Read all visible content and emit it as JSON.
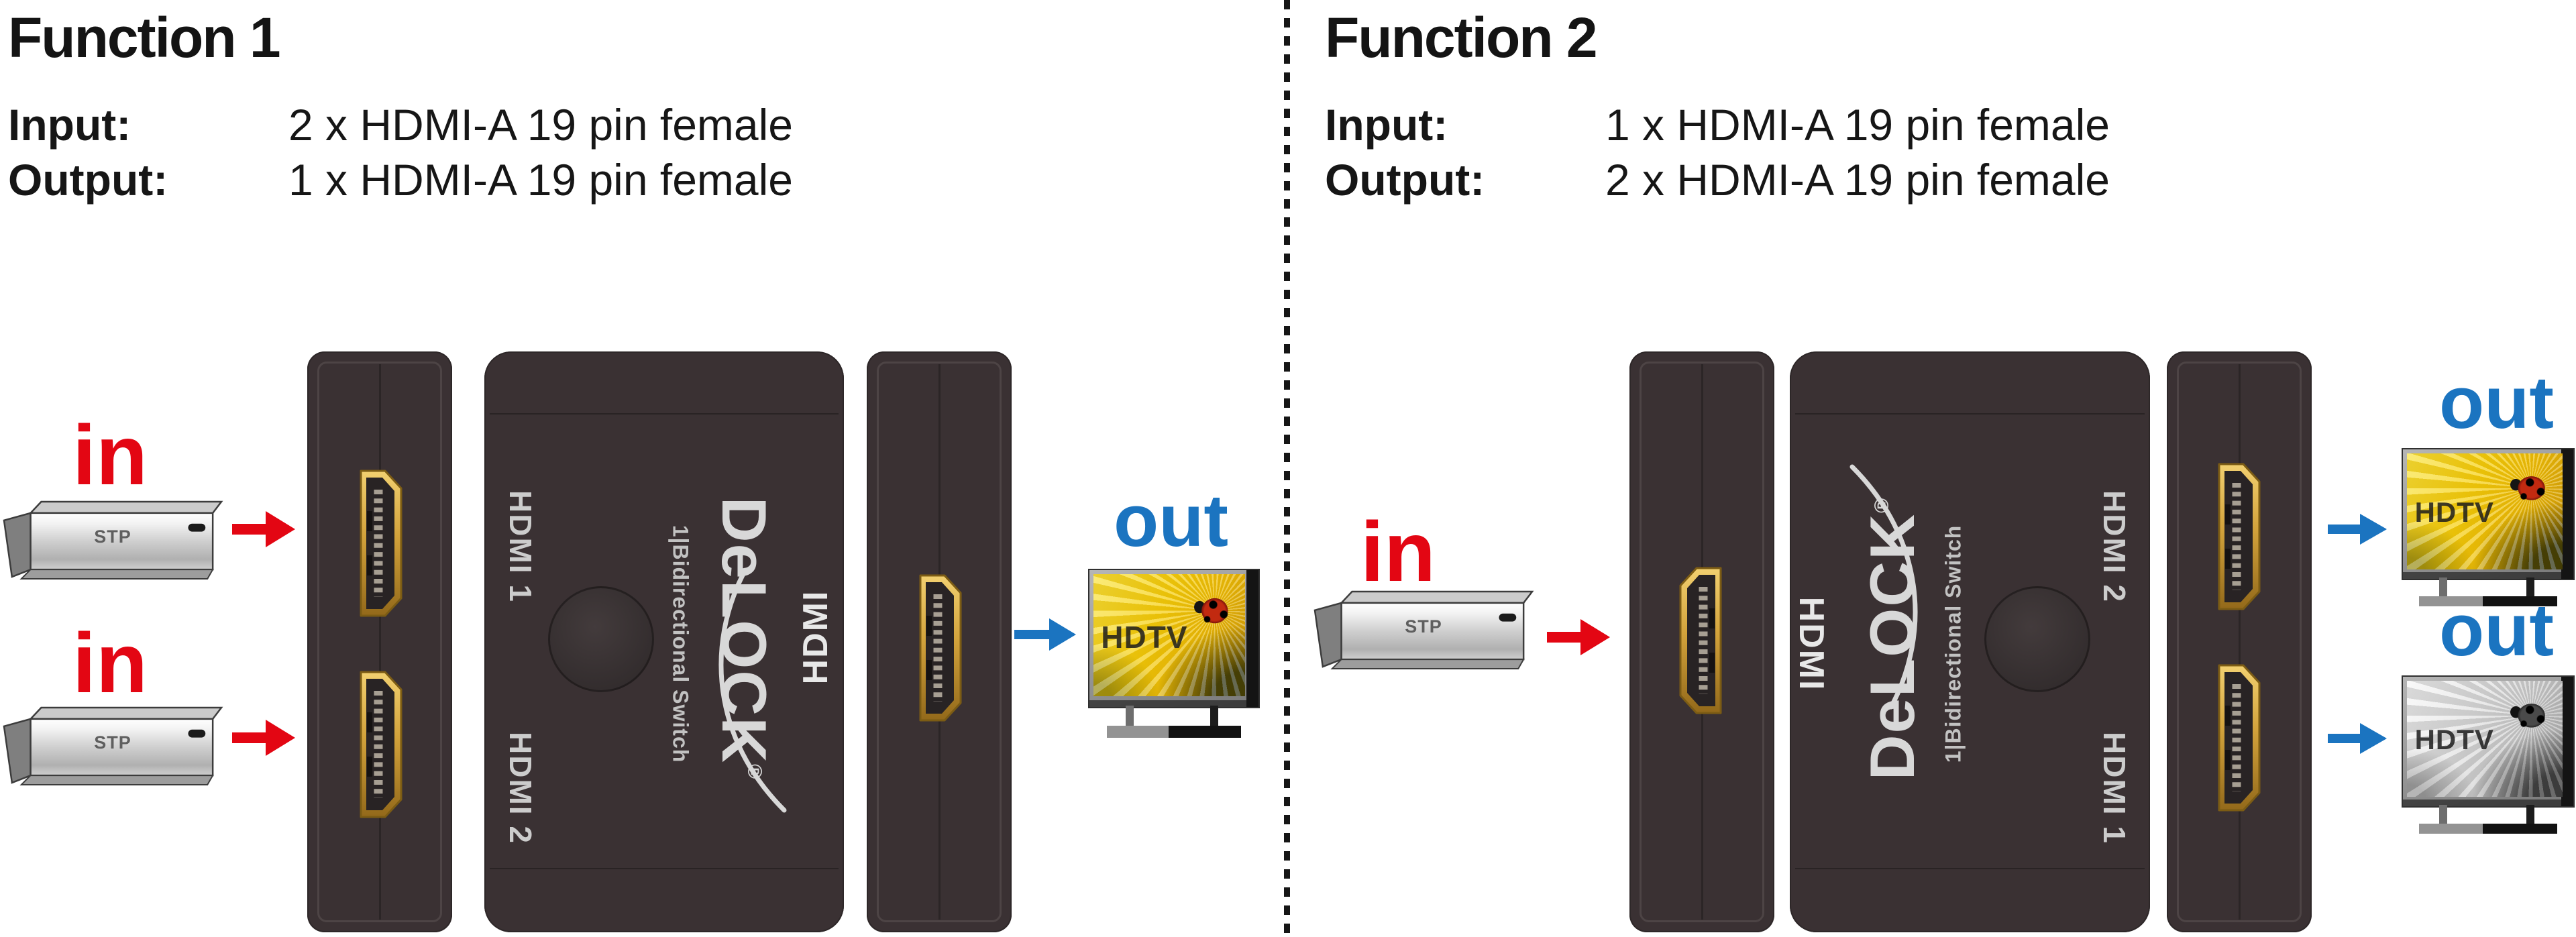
{
  "colors": {
    "red": "#e30613",
    "blue": "#1b74c0",
    "device_body": "#3a3133",
    "port_gold": "#d2a23b",
    "background": "#ffffff"
  },
  "divider": {
    "style": "dashed-vertical-line"
  },
  "functions": [
    {
      "title": "Function 1",
      "specs": [
        {
          "label": "Input:",
          "value": "2 x HDMI-A 19 pin female"
        },
        {
          "label": "Output:",
          "value": "1 x HDMI-A 19 pin female"
        }
      ],
      "sources": [
        {
          "arrow_label": "in",
          "device_label": "STP"
        },
        {
          "arrow_label": "in",
          "device_label": "STP"
        }
      ],
      "displays": [
        {
          "arrow_label": "out",
          "screen_label": "HDTV",
          "screen_image": "yellow-flower-with-ladybug",
          "color_mode": "color"
        }
      ],
      "switch_device": {
        "brand": "DeLOCK",
        "registered_mark": "®",
        "logo_tagline_mark": "1|",
        "logo_tagline": "Bidirectional Switch",
        "dual_port_labels": [
          "HDMI 1",
          "HDMI 2"
        ],
        "single_port_label": "HDMI",
        "dual_ports_side": "left",
        "single_port_side": "right"
      }
    },
    {
      "title": "Function 2",
      "specs": [
        {
          "label": "Input:",
          "value": "1 x HDMI-A 19 pin female"
        },
        {
          "label": "Output:",
          "value": "2 x HDMI-A 19 pin female"
        }
      ],
      "sources": [
        {
          "arrow_label": "in",
          "device_label": "STP"
        }
      ],
      "displays": [
        {
          "arrow_label": "out",
          "screen_label": "HDTV",
          "screen_image": "yellow-flower-with-ladybug",
          "color_mode": "color"
        },
        {
          "arrow_label": "out",
          "screen_label": "HDTV",
          "screen_image": "yellow-flower-with-ladybug",
          "color_mode": "grayscale"
        }
      ],
      "switch_device": {
        "brand": "DeLOCK",
        "registered_mark": "®",
        "logo_tagline_mark": "1|",
        "logo_tagline": "Bidirectional Switch",
        "dual_port_labels": [
          "HDMI 2",
          "HDMI 1"
        ],
        "single_port_label": "HDMI",
        "dual_ports_side": "right",
        "single_port_side": "left"
      }
    }
  ]
}
